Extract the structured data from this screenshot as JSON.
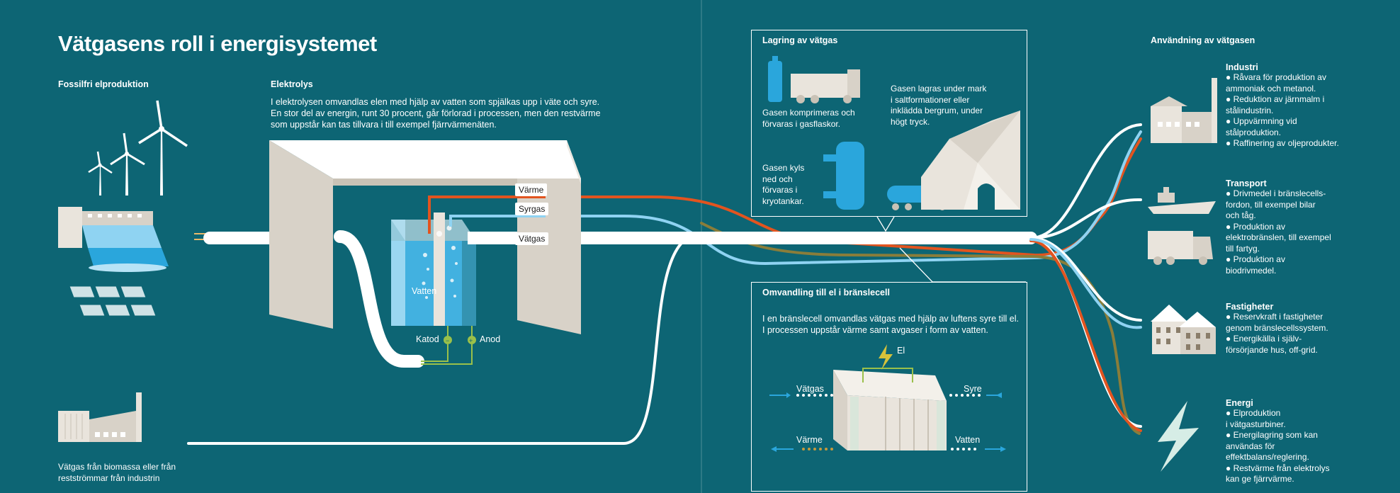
{
  "title": "Vätgasens roll i energisystemet",
  "fossil": {
    "heading": "Fossilfri elproduktion"
  },
  "biomass": {
    "caption_line1": "Vätgas från biomassa eller från",
    "caption_line2": "restströmmar från industrin"
  },
  "electrolysis": {
    "heading": "Elektrolys",
    "text_line1": "I elektrolysen omvandlas elen med hjälp av vatten som spjälkas upp i väte och syre.",
    "text_line2": "En stor del av energin, runt 30 procent, går förlorad i processen, men den restvärme",
    "text_line3": "som uppstår kan tas tillvara i till exempel fjärrvärmenäten.",
    "label_water": "Vatten",
    "label_cathode": "Katod",
    "label_anode": "Anod",
    "tag_heat": "Värme",
    "tag_oxygen": "Syrgas",
    "tag_hydrogen": "Vätgas"
  },
  "storage": {
    "heading": "Lagring av vätgas",
    "compressed_line1": "Gasen komprimeras och",
    "compressed_line2": "förvaras i gasflaskor.",
    "underground_line1": "Gasen lagras under mark",
    "underground_line2": "i saltformationer eller",
    "underground_line3": "inklädda bergrum, under",
    "underground_line4": "högt tryck.",
    "cooled_line1": "Gasen kyls",
    "cooled_line2": "ned och",
    "cooled_line3": "förvaras i",
    "cooled_line4": "kryotankar."
  },
  "fuelcell": {
    "heading": "Omvandling till el i bränslecell",
    "text_line1": "I en bränslecell omvandlas vätgas med hjälp av luftens syre till el.",
    "text_line2": "I processen uppstår värme samt avgaser i form av vatten.",
    "label_hydrogen": "Vätgas",
    "label_oxygen": "Syre",
    "label_heat": "Värme",
    "label_water": "Vatten",
    "label_el": "El"
  },
  "usage": {
    "heading": "Användning av vätgasen",
    "industry": {
      "title": "Industri",
      "items": [
        "● Råvara för produktion av",
        "ammoniak och metanol.",
        "● Reduktion av järnmalm i",
        "stålindustrin.",
        "● Uppvärmning vid",
        "stålproduktion.",
        "● Raffinering av oljeprodukter."
      ]
    },
    "transport": {
      "title": "Transport",
      "items": [
        "● Drivmedel i bränslecells-",
        "fordon, till exempel bilar",
        "och tåg.",
        "● Produktion av",
        "elektrobränslen, till exempel",
        "till fartyg.",
        "● Produktion av",
        "biodrivmedel."
      ]
    },
    "buildings": {
      "title": "Fastigheter",
      "items": [
        "● Reservkraft i fastigheter",
        "genom bränslecellssystem.",
        "● Energikälla i själv-",
        "försörjande hus, off-grid."
      ]
    },
    "energy": {
      "title": "Energi",
      "items": [
        "● Elproduktion",
        "i vätgasturbiner.",
        "● Energilagring som kan",
        "användas för",
        "effektbalans/reglering.",
        "● Restvärme från elektrolys",
        "kan ge fjärrvärme."
      ]
    }
  },
  "colors": {
    "background": "#0d6574",
    "heat": "#e2541f",
    "oxygen": "#8fd3f2",
    "hydrogen": "#ffffff",
    "olive": "#8a7d3a",
    "water": "#2aa6dc"
  }
}
